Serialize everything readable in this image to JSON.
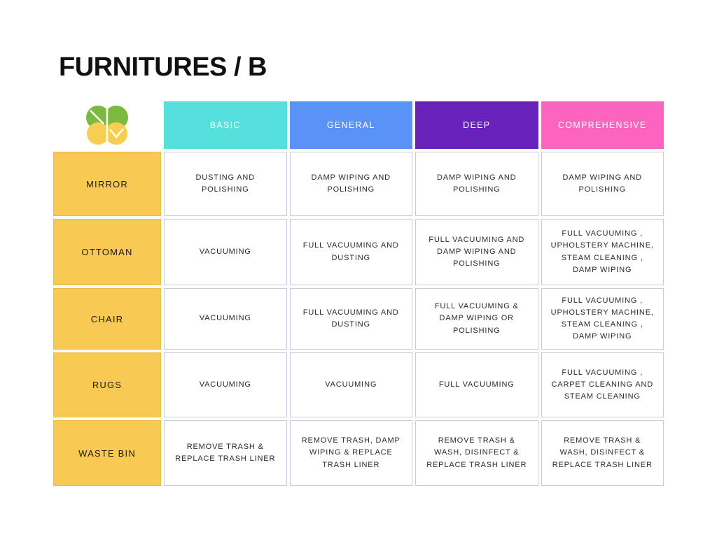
{
  "page": {
    "title": "FURNITURES / B",
    "background": "#ffffff"
  },
  "logo": {
    "name": "clover-logo",
    "green": "#7cb93f",
    "yellow": "#f6cf52",
    "stroke": "#ffffff"
  },
  "table": {
    "columns": [
      {
        "key": "basic",
        "label": "BASIC",
        "color": "#55dfdd"
      },
      {
        "key": "general",
        "label": "GENERAL",
        "color": "#5b92f7"
      },
      {
        "key": "deep",
        "label": "DEEP",
        "color": "#6821bb"
      },
      {
        "key": "comprehensive",
        "label": "COMPREHENSIVE",
        "color": "#fc64c0"
      }
    ],
    "row_label_color": "#f8c953",
    "rows": [
      {
        "label": "MIRROR",
        "cells": [
          "DUSTING AND POLISHING",
          "DAMP WIPING AND POLISHING",
          "DAMP WIPING AND POLISHING",
          "DAMP WIPING AND POLISHING"
        ]
      },
      {
        "label": "OTTOMAN",
        "cells": [
          "VACUUMING",
          "FULL VACUUMING AND DUSTING",
          "FULL VACUUMING AND DAMP WIPING AND POLISHING",
          "FULL VACUUMING , UPHOLSTERY MACHINE, STEAM CLEANING , DAMP WIPING"
        ]
      },
      {
        "label": "CHAIR",
        "cells": [
          "VACUUMING",
          "FULL VACUUMING AND DUSTING",
          "FULL VACUUMING & DAMP WIPING OR POLISHING",
          "FULL VACUUMING , UPHOLSTERY MACHINE, STEAM CLEANING , DAMP WIPING"
        ]
      },
      {
        "label": "RUGS",
        "cells": [
          "VACUUMING",
          "VACUUMING",
          "FULL VACUUMING",
          "FULL VACUUMING , CARPET CLEANING AND STEAM CLEANING"
        ]
      },
      {
        "label": "WASTE BIN",
        "cells": [
          "REMOVE TRASH & REPLACE TRASH LINER",
          "REMOVE TRASH, DAMP WIPING & REPLACE TRASH LINER",
          "REMOVE TRASH & WASH, DISINFECT & REPLACE TRASH LINER",
          "REMOVE TRASH & WASH, DISINFECT & REPLACE TRASH LINER"
        ]
      }
    ]
  }
}
